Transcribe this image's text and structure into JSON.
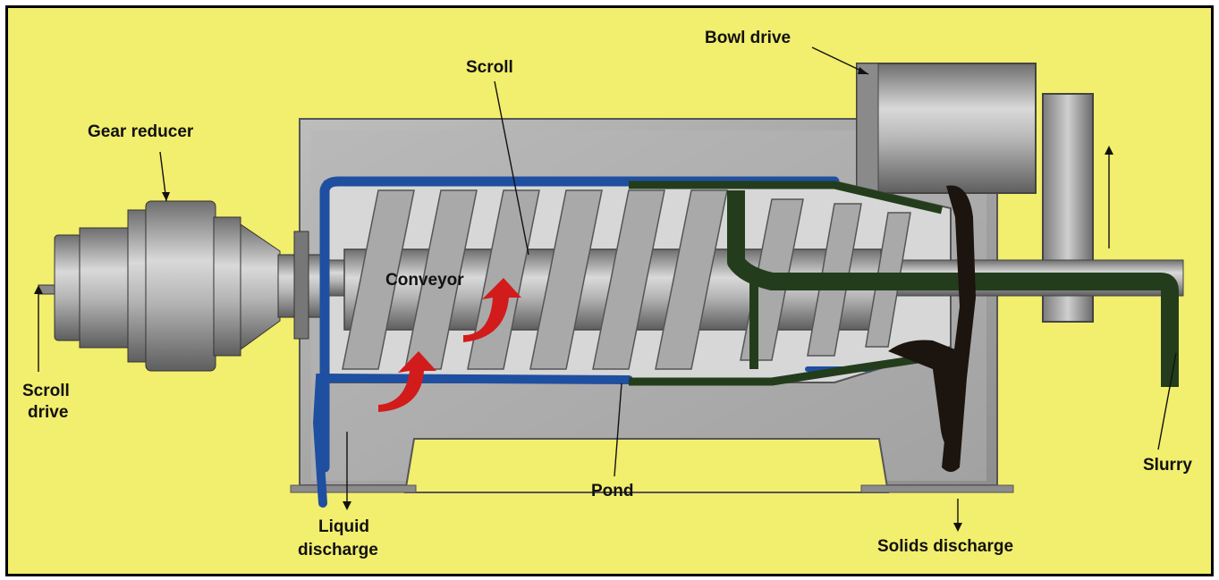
{
  "labels": {
    "bowl_drive": "Bowl drive",
    "scroll": "Scroll",
    "gear_reducer": "Gear reducer",
    "conveyor": "Conveyor",
    "scroll_drive_line1": "Scroll",
    "scroll_drive_line2": "drive",
    "liquid_discharge_line1": "Liquid",
    "liquid_discharge_line2": "discharge",
    "pond": "Pond",
    "solids_discharge": "Solids discharge",
    "slurry": "Slurry"
  },
  "colors": {
    "background": "#f2ee6e",
    "liquid": "#1f4fa0",
    "solids": "#1c140e",
    "slurry": "#233d1c",
    "flow_arrow": "#d21b1b",
    "metal": "#9a9a9a"
  }
}
